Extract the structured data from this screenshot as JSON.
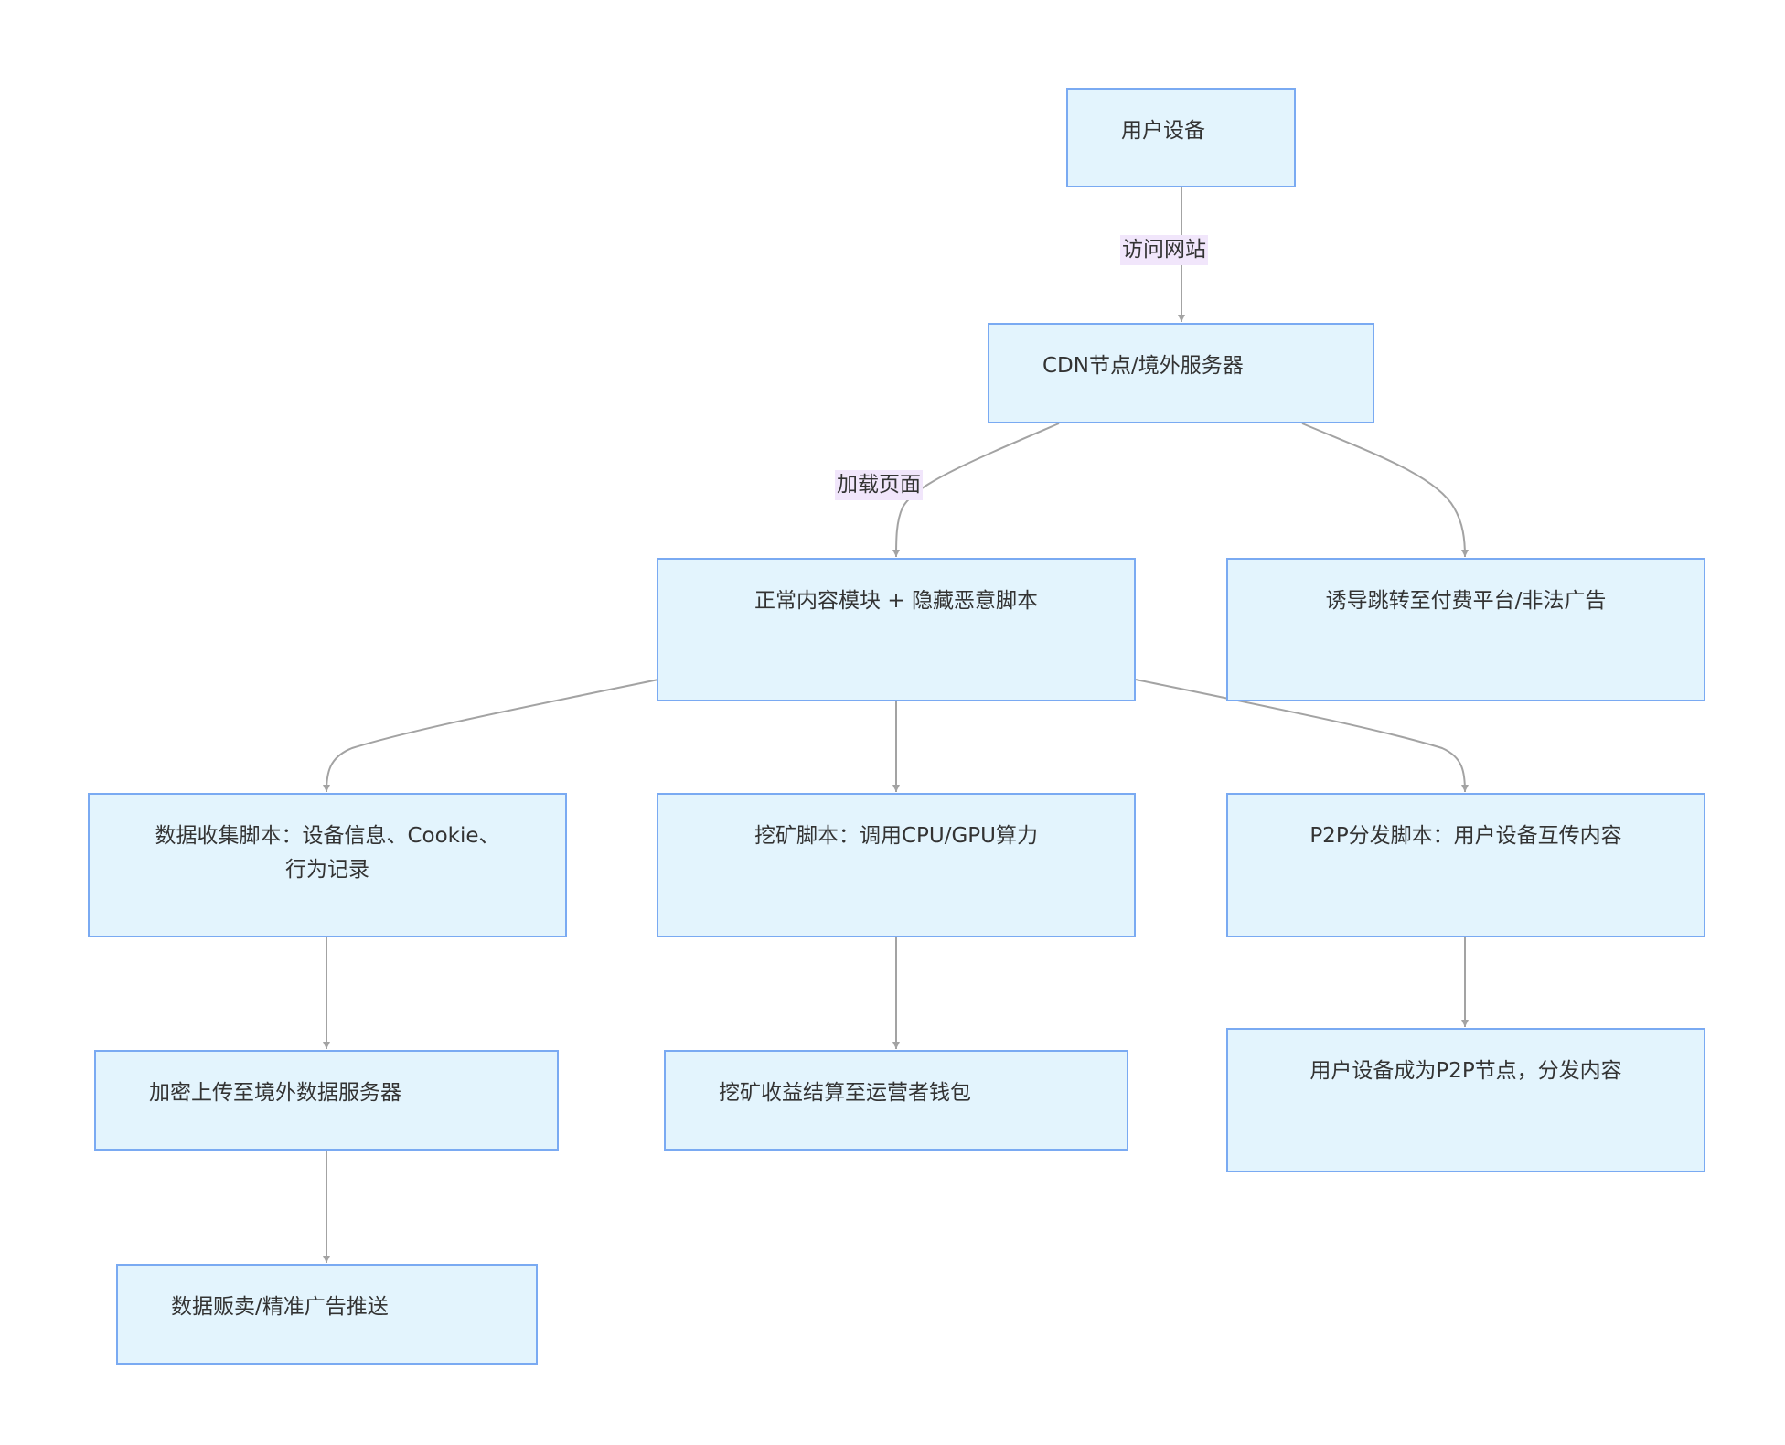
{
  "nodes": {
    "user_device": "用户设备",
    "cdn": "CDN节点/境外服务器",
    "page_content": "正常内容模块 + 隐藏恶意脚本",
    "redirect": "诱导跳转至付费平台/非法广告",
    "data_script": "数据收集脚本：设备信息、Cookie、行为记录",
    "mining_script": "挖矿脚本：调用CPU/GPU算力",
    "p2p_script": "P2P分发脚本：用户设备互传内容",
    "upload": "加密上传至境外数据服务器",
    "mining_payout": "挖矿收益结算至运营者钱包",
    "p2p_node": "用户设备成为P2P节点，分发内容",
    "data_sale": "数据贩卖/精准广告推送"
  },
  "edge_labels": {
    "visit": "访问网站",
    "load": "加载页面"
  },
  "colors": {
    "node_fill": "#e3f4fd",
    "node_border": "#7aaaf2",
    "edge": "#a3a3a3",
    "edge_label_bg": "#f1e6fb",
    "text": "#333333"
  }
}
